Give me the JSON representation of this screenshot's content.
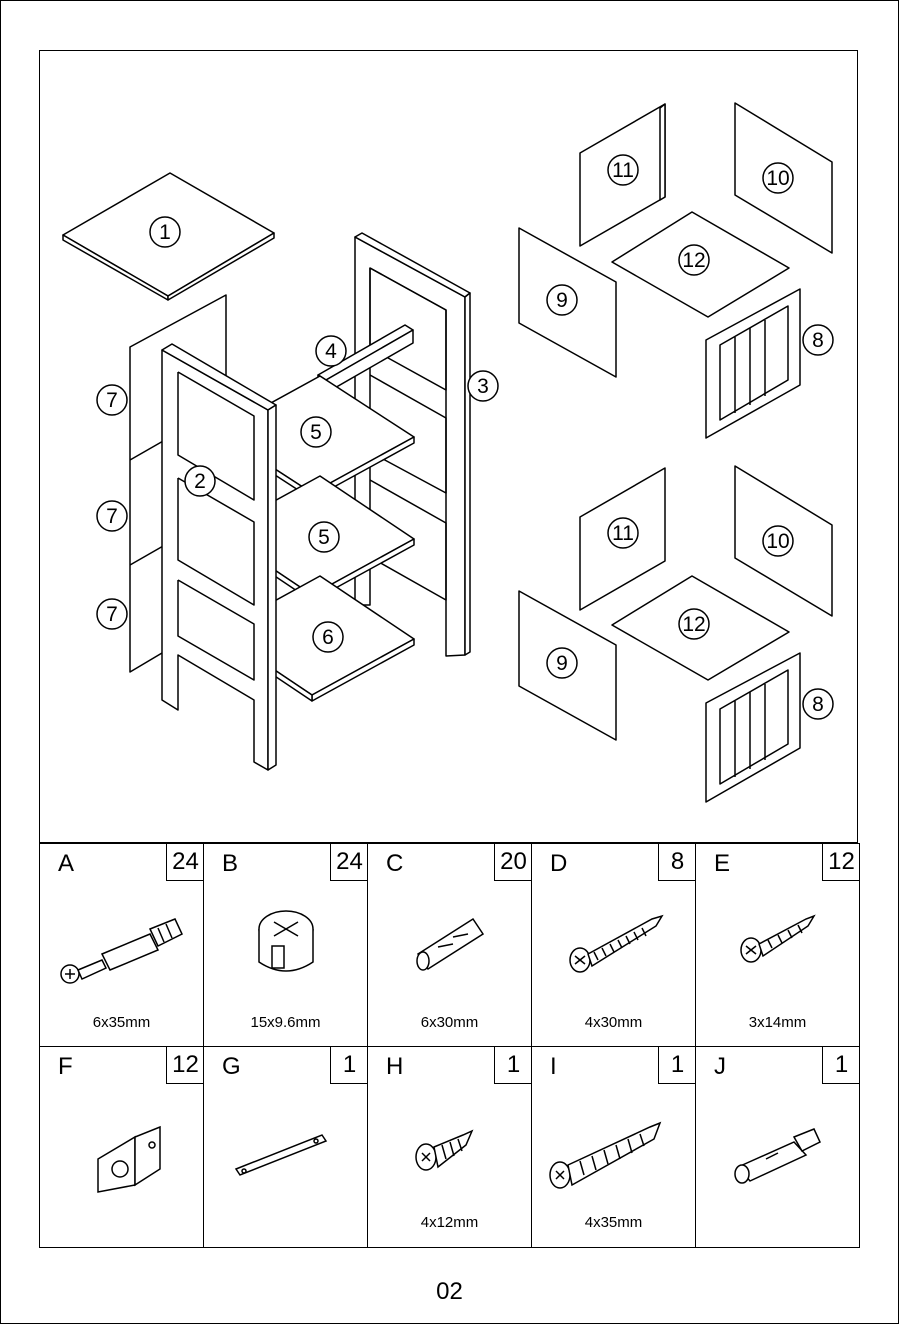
{
  "page_number": "02",
  "diagram": {
    "part_labels": [
      "1",
      "2",
      "3",
      "4",
      "5",
      "5",
      "6",
      "7",
      "7",
      "7",
      "8",
      "9",
      "10",
      "11",
      "12",
      "11",
      "10",
      "12",
      "9",
      "8"
    ]
  },
  "hardware": [
    {
      "letter": "A",
      "qty": "24",
      "size": "6x35mm",
      "icon": "cam-bolt-icon"
    },
    {
      "letter": "B",
      "qty": "24",
      "size": "15x9.6mm",
      "icon": "cam-lock-icon"
    },
    {
      "letter": "C",
      "qty": "20",
      "size": "6x30mm",
      "icon": "wooden-dowel-icon"
    },
    {
      "letter": "D",
      "qty": "8",
      "size": "4x30mm",
      "icon": "wood-screw-icon"
    },
    {
      "letter": "E",
      "qty": "12",
      "size": "3x14mm",
      "icon": "small-screw-icon"
    },
    {
      "letter": "F",
      "qty": "12",
      "size": "",
      "icon": "corner-bracket-icon"
    },
    {
      "letter": "G",
      "qty": "1",
      "size": "",
      "icon": "metal-strap-icon"
    },
    {
      "letter": "H",
      "qty": "1",
      "size": "4x12mm",
      "icon": "short-screw-icon"
    },
    {
      "letter": "I",
      "qty": "1",
      "size": "4x35mm",
      "icon": "long-screw-icon"
    },
    {
      "letter": "J",
      "qty": "1",
      "size": "",
      "icon": "wall-plug-icon"
    }
  ]
}
